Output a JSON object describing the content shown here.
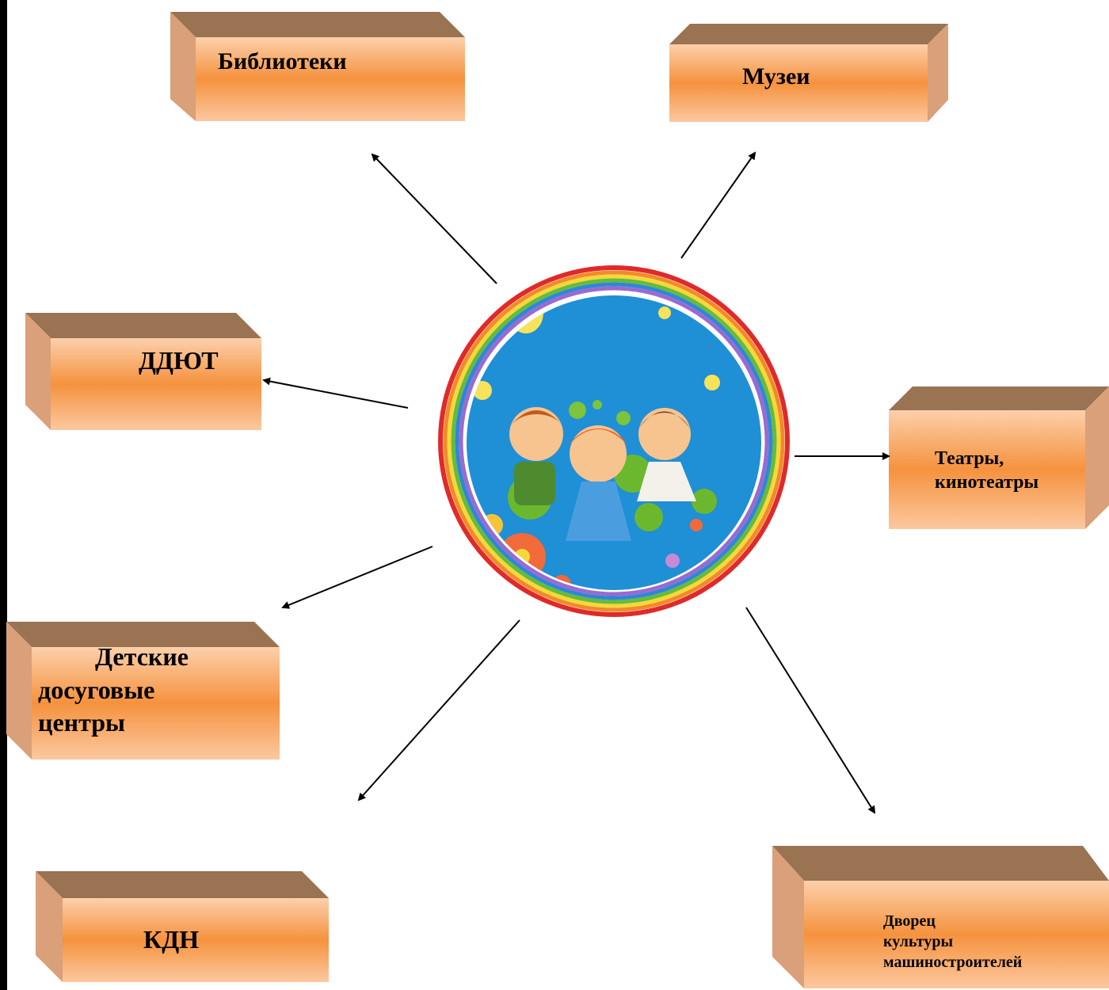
{
  "boxes": {
    "libraries": "Библиотеки",
    "museums": "Музеи",
    "ddyut": "ДДЮТ",
    "theaters": {
      "line1": "Театры,",
      "line2": "кинотеатры"
    },
    "leisure": {
      "line1": "Детские",
      "line2": "досуговые",
      "line3": "центры"
    },
    "kdn": "КДН",
    "palace": {
      "line1": "Дворец",
      "line2": "культуры",
      "line3": "машиностроителей"
    }
  },
  "colors": {
    "box_front_top": "#fbc49a",
    "box_front_mid": "#f5923e",
    "box_top": "#9a7353",
    "box_side": "#d9a079",
    "arrow": "#000000",
    "border_left": "#000000"
  },
  "center_image": "children-holding-hands-circle"
}
